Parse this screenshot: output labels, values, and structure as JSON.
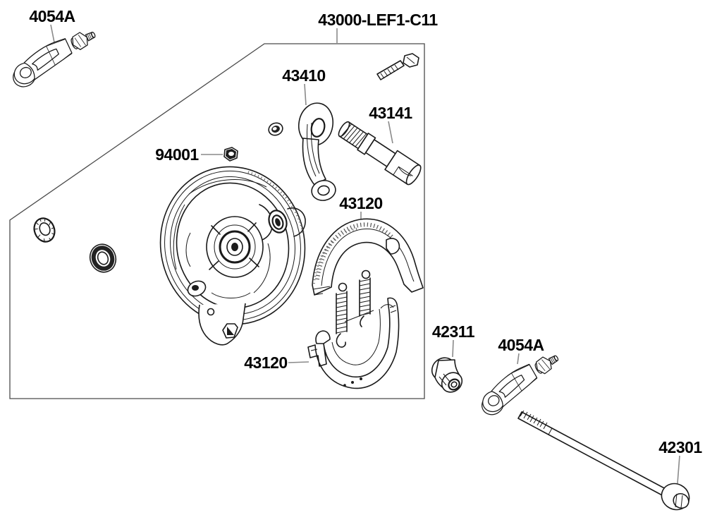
{
  "diagram": {
    "assembly_label": "43000-LEF1-C11",
    "labels": {
      "joint_left": "4054A",
      "cam_lever": "43410",
      "camshaft": "43141",
      "nut": "94001",
      "shoe_upper": "43120",
      "shoe_lower": "43120",
      "collar": "42311",
      "joint_right": "4054A",
      "axle_bolt": "42301"
    },
    "colors": {
      "background": "#ffffff",
      "line": "#1a1a1a",
      "leader": "#8a8a8a",
      "border": "#4a4a4a",
      "text": "#000000"
    }
  }
}
